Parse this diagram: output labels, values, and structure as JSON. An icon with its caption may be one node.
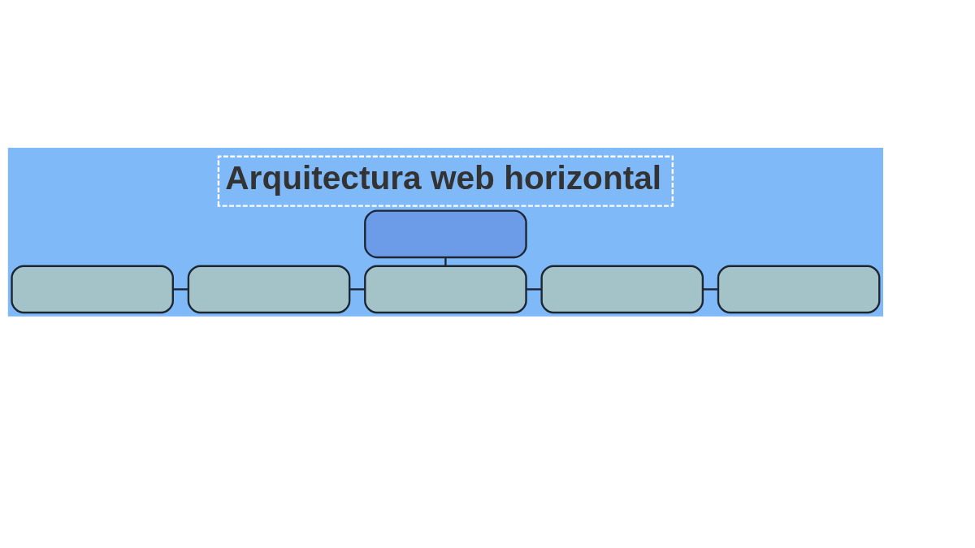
{
  "diagram": {
    "title": "Arquitectura web horizontal",
    "nodes": [
      {
        "text": [],
        "shape": "box"
      },
      {
        "text": [],
        "shape": "box"
      },
      {
        "text": [],
        "shape": "box"
      },
      {
        "text": [],
        "shape": "box"
      },
      {
        "text": [],
        "shape": "box"
      },
      {
        "text": [],
        "shape": "box"
      }
    ],
    "edges": [
      {
        "from": 0,
        "to": 3,
        "arrow": "none"
      },
      {
        "from": 1,
        "to": 2,
        "arrow": "none"
      },
      {
        "from": 2,
        "to": 3,
        "arrow": "none"
      },
      {
        "from": 3,
        "to": 4,
        "arrow": "none"
      },
      {
        "from": 4,
        "to": 5,
        "arrow": "none"
      }
    ]
  }
}
